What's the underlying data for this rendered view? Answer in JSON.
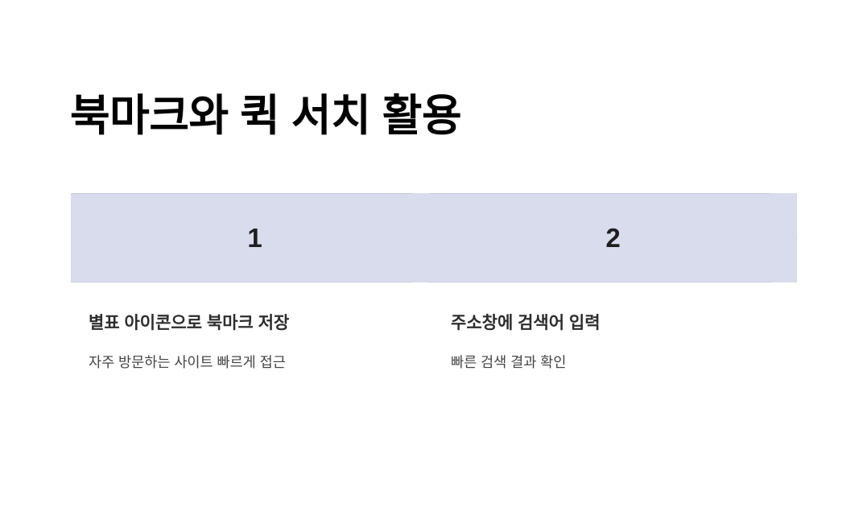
{
  "slide": {
    "title": "북마크와 퀵 서치 활용",
    "background_color": "#ffffff",
    "title_color": "#000000"
  },
  "process": {
    "chevron_fill": "#d9dcec",
    "chevron_border": "#c5c9e0",
    "steps": [
      {
        "number": "1",
        "heading": "별표 아이콘으로 북마크 저장",
        "description": "자주 방문하는 사이트 빠르게 접근"
      },
      {
        "number": "2",
        "heading": "주소창에 검색어 입력",
        "description": "빠른 검색 결과 확인"
      }
    ]
  }
}
